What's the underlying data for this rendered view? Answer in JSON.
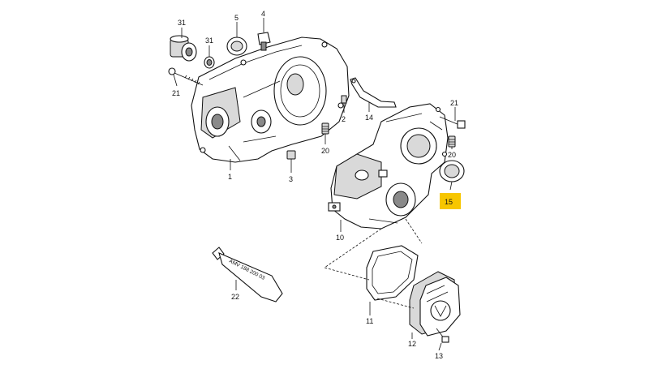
{
  "callouts": {
    "c31a": "31",
    "c5": "5",
    "c4": "4",
    "c31b": "31",
    "c21a": "21",
    "c1": "1",
    "c3": "3",
    "c20a": "20",
    "c2": "2",
    "c14": "14",
    "c21b": "21",
    "c20b": "20",
    "c15": "15",
    "c10": "10",
    "c22": "22",
    "c11": "11",
    "c12": "12",
    "c13": "13"
  },
  "tube_label": "AMV 188 200 03",
  "highlight_color": "#f7c600"
}
